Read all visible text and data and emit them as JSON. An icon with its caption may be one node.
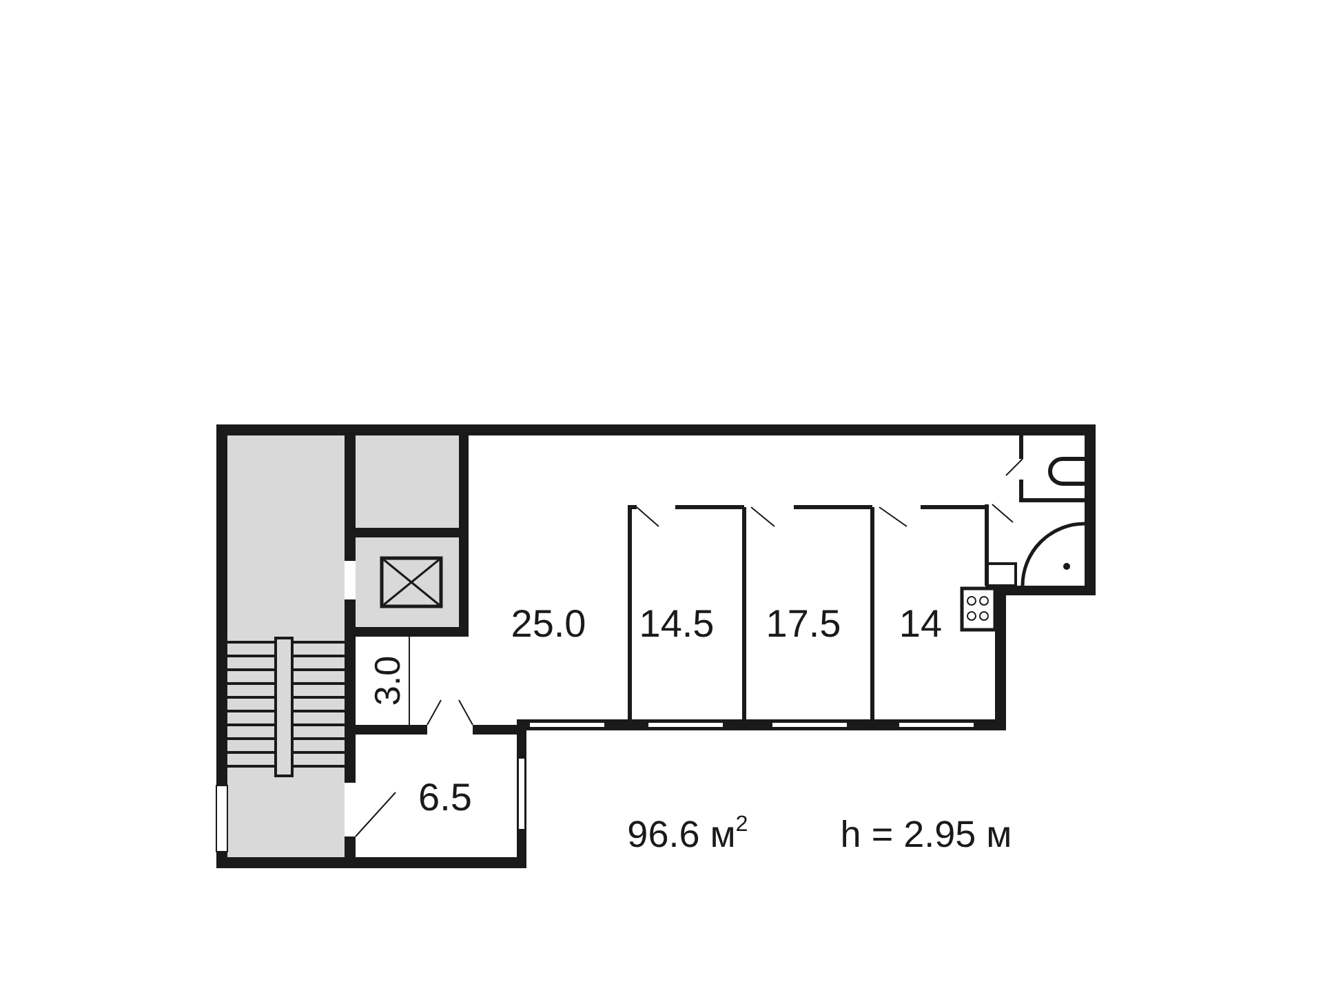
{
  "diagram": {
    "labels": [
      "25.0",
      "14.5",
      "17.5",
      "14",
      "3.0",
      "6.5",
      "96.6 м$^{2}$",
      "h = 2.95 м"
    ]
  }
}
